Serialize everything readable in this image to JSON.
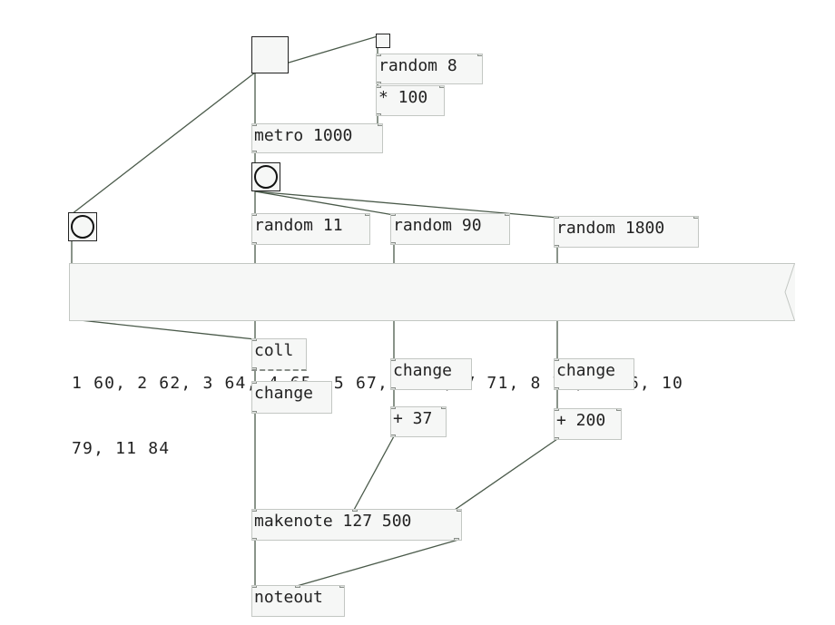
{
  "patch": {
    "objects": {
      "random_8": "random 8",
      "mul_100": "* 100",
      "metro": "metro 1000",
      "random_11": "random 11",
      "random_90": "random 90",
      "random_1800": "random 1800",
      "coll": "coll",
      "change_left": "change",
      "change_mid": "change",
      "change_right": "change",
      "add_37": "+ 37",
      "add_200": "+ 200",
      "makenote": "makenote 127 500",
      "noteout": "noteout"
    },
    "message": {
      "line1": "1 60, 2 62, 3 64, 4 65, 5 67, 6 69, 7 71, 8 72, 9 76, 10",
      "line2": "79, 11 84"
    }
  }
}
